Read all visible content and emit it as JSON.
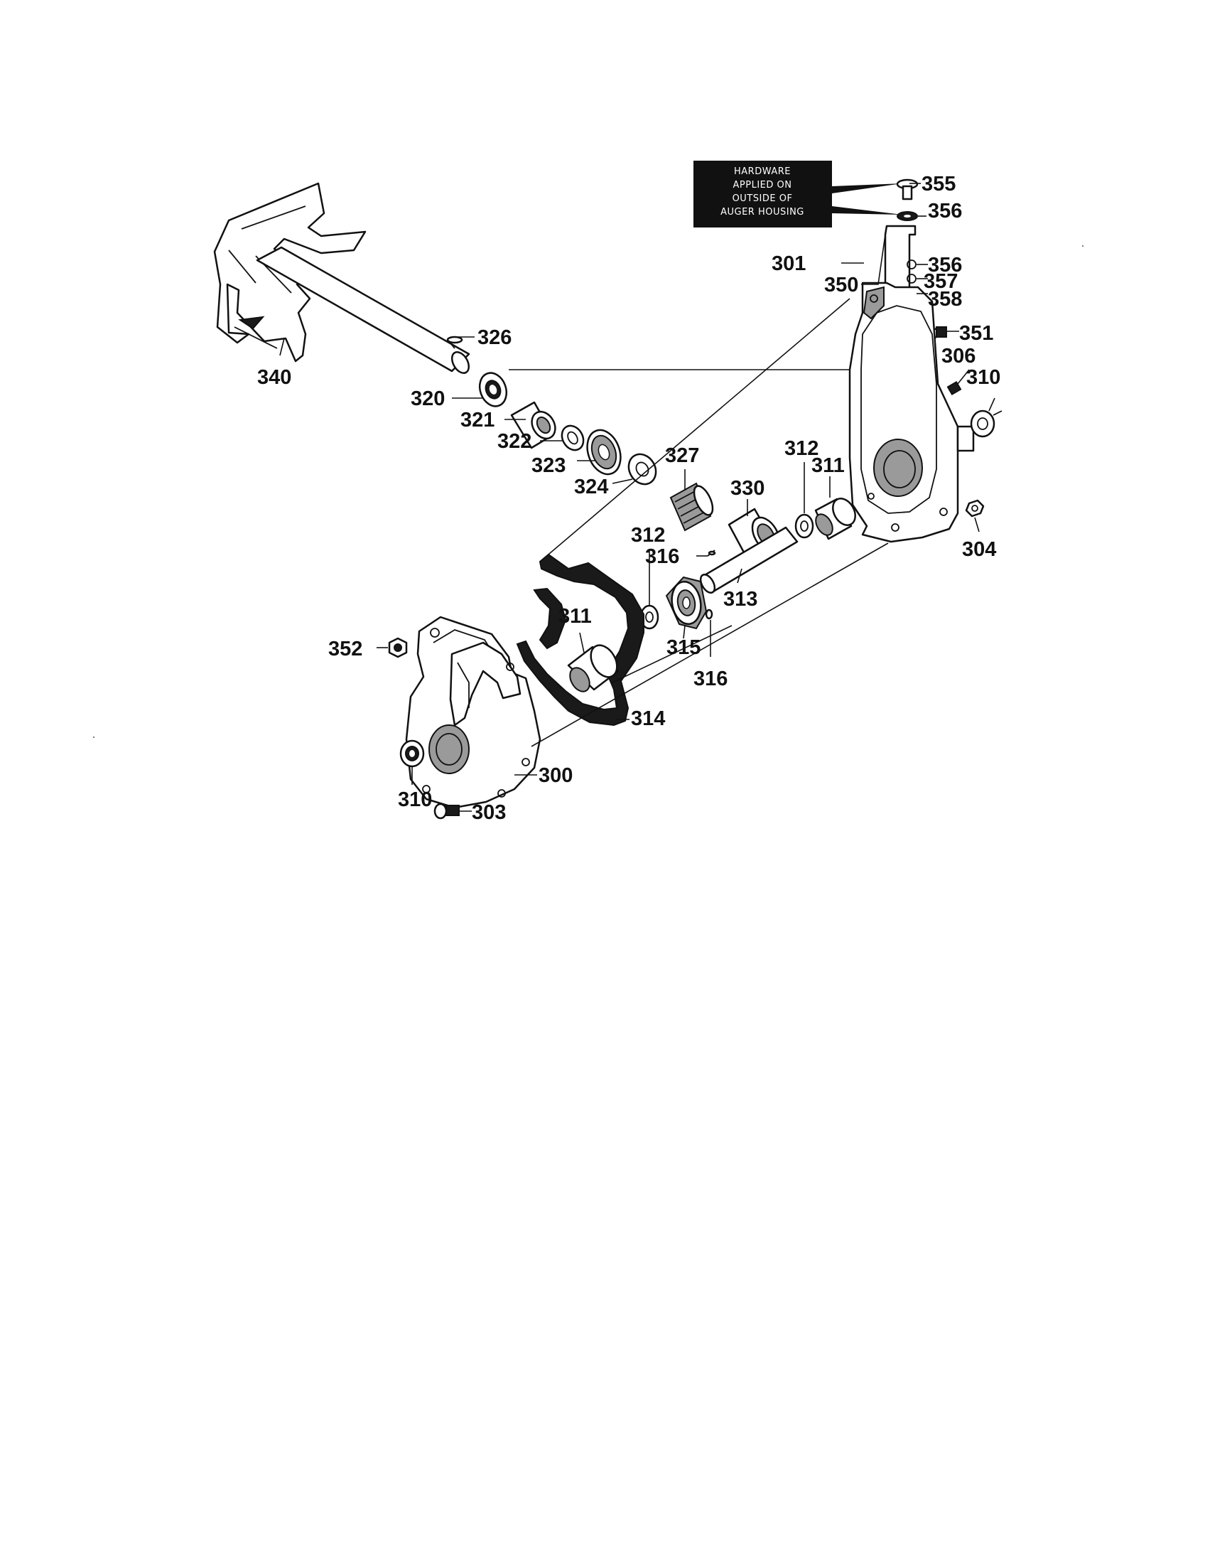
{
  "note": {
    "lines": [
      "HARDWARE",
      "APPLIED ON",
      "OUTSIDE OF",
      "AUGER HOUSING"
    ]
  },
  "callouts": {
    "c355": "355",
    "c356a": "356",
    "c356b": "356",
    "c357": "357",
    "c358": "358",
    "c350": "350",
    "c351": "351",
    "c306": "306",
    "c310a": "310",
    "c301": "301",
    "c304": "304",
    "c340": "340",
    "c326": "326",
    "c320": "320",
    "c321": "321",
    "c322": "322",
    "c323": "323",
    "c324": "324",
    "c327": "327",
    "c330": "330",
    "c312a": "312",
    "c311a": "311",
    "c312b": "312",
    "c316a": "316",
    "c313": "313",
    "c311b": "311",
    "c315": "315",
    "c316b": "316",
    "c352": "352",
    "c314": "314",
    "c310b": "310",
    "c300": "300",
    "c303": "303"
  }
}
